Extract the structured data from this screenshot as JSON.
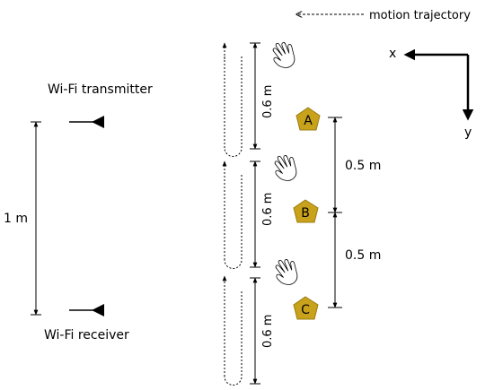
{
  "legend": {
    "motion_label": "motion trajectory"
  },
  "axes": {
    "x_label": "x",
    "y_label": "y"
  },
  "antennas": {
    "transmitter_label": "Wi-Fi transmitter",
    "receiver_label": "Wi-Fi receiver",
    "separation_label": "1 m"
  },
  "trajectories": [
    {
      "length_label": "0.6 m"
    },
    {
      "length_label": "0.6 m"
    },
    {
      "length_label": "0.6 m"
    }
  ],
  "positions": [
    {
      "label": "A"
    },
    {
      "label": "B"
    },
    {
      "label": "C"
    }
  ],
  "spacings": [
    {
      "label": "0.5 m"
    },
    {
      "label": "0.5 m"
    }
  ],
  "colors": {
    "marker_fill": "#C9A21B",
    "marker_stroke": "#9C7C10",
    "ink": "#000000"
  }
}
